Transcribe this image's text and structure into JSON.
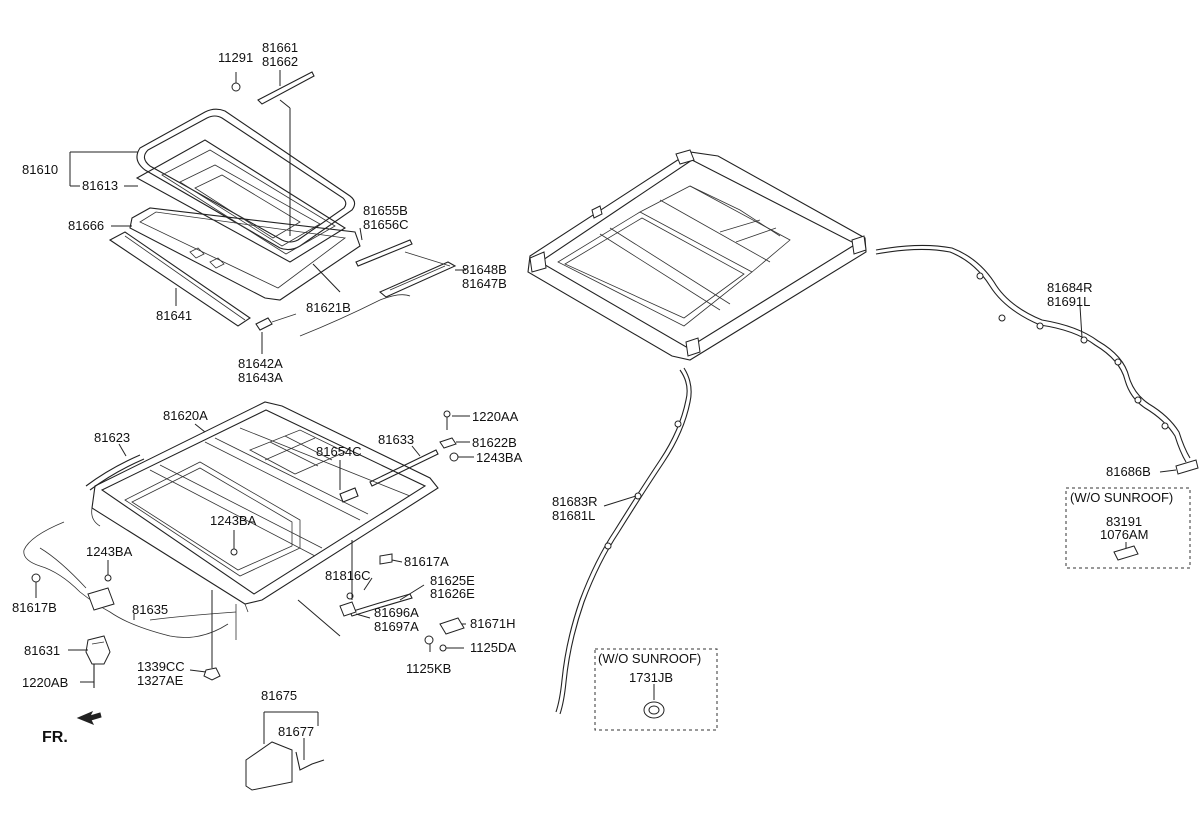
{
  "labels": {
    "p11291": "11291",
    "p81661": "81661",
    "p81662": "81662",
    "p81610": "81610",
    "p81613": "81613",
    "p81666": "81666",
    "p81655B": "81655B",
    "p81656C": "81656C",
    "p81648B": "81648B",
    "p81647B": "81647B",
    "p81621B": "81621B",
    "p81641": "81641",
    "p81642A": "81642A",
    "p81643A": "81643A",
    "p81620A": "81620A",
    "p81623": "81623",
    "p81654C": "81654C",
    "p81633": "81633",
    "p1220AA": "1220AA",
    "p81622B": "81622B",
    "p1243BA_a": "1243BA",
    "p1243BA_b": "1243BA",
    "p1243BA_c": "1243BA",
    "p81617B": "81617B",
    "p81635": "81635",
    "p81631": "81631",
    "p1220AB": "1220AB",
    "p1339CC": "1339CC",
    "p1327AE": "1327AE",
    "p81617A": "81617A",
    "p81816C": "81816C",
    "p81625E": "81625E",
    "p81626E": "81626E",
    "p81696A": "81696A",
    "p81697A": "81697A",
    "p81671H": "81671H",
    "p1125DA": "1125DA",
    "p1125KB": "1125KB",
    "p81675": "81675",
    "p81677": "81677",
    "p81684R": "81684R",
    "p81691L": "81691L",
    "p81686B": "81686B",
    "p81683R": "81683R",
    "p81681L": "81681L",
    "p83191": "83191",
    "p1076AM": "1076AM",
    "p1731JB": "1731JB",
    "fr": "FR."
  },
  "boxes": {
    "wo_sunroof_right": "(W/O SUNROOF)",
    "wo_sunroof_center": "(W/O SUNROOF)"
  }
}
